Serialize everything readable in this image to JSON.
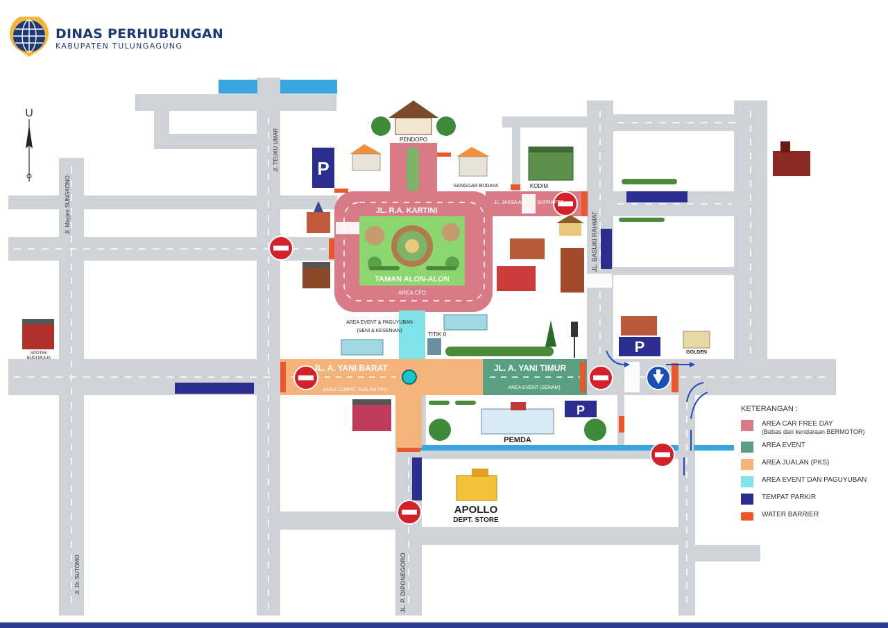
{
  "header": {
    "title": "DINAS PERHUBUNGAN",
    "subtitle": "KABUPATEN TULUNGAGUNG"
  },
  "compass": {
    "letter": "U"
  },
  "streets": {
    "mayjen": "Jl. Mayjen SUNGKONO",
    "teuku_umar": "Jl. TEUKU UMAR",
    "kartini": "JL. R.A. KARTINI",
    "jaksa_agung": "JL. JAKSA AGUNG SUPRAPTO",
    "basuki": "JL. BASUKI RAHMAT",
    "yani_barat": "JL. A. YANI BARAT",
    "yani_timur": "JL. A. YANI TIMUR",
    "diponegoro": "JL. P. DIPONEGORO",
    "sutomo": "Jl. Dr. SUTOMO"
  },
  "places": {
    "pendopo": "PENDOPO",
    "sanggar": "SANGGAR BUDAYA",
    "kodim": "KODIM",
    "taman": "TAMAN ALON-ALON",
    "area_cfd": "AREA CFD",
    "event_paguyuban": "AREA EVENT & PAGUYUBAN",
    "seni": "(SENI & KESENIAN)",
    "titik0": "TITIK 0",
    "apotek1": "APOTEK",
    "apotek2": "BUDI MULIA",
    "tempat_jualan": "AREA TEMPAT JUALAN PKS",
    "area_event_senam": "AREA EVENT (SENAM)",
    "pemda": "PEMDA",
    "apollo": "APOLLO",
    "dept_store": "DEPT. STORE",
    "golden": "GOLDEN",
    "parking": "P"
  },
  "legend": {
    "title": "KETERANGAN :",
    "items": [
      {
        "label": "AREA CAR FREE DAY",
        "sub": "(Bebas dari kendaraan BERMOTOR)",
        "color": "#d97b86"
      },
      {
        "label": "AREA EVENT",
        "sub": "",
        "color": "#5b9f83"
      },
      {
        "label": "AREA JUALAN (PKS)",
        "sub": "",
        "color": "#f3b37a"
      },
      {
        "label": "AREA EVENT DAN PAGUYUBAN",
        "sub": "",
        "color": "#7fe3e8"
      },
      {
        "label": "TEMPAT PARKIR",
        "sub": "",
        "color": "#2b2e8f"
      },
      {
        "label": "WATER BARRIER",
        "sub": "",
        "color": "#e9572b"
      }
    ]
  },
  "colors": {
    "road": "#cfd2d6",
    "cfd": "#d97b86",
    "park": "#8bd66e",
    "jualan": "#f3b37a",
    "event": "#5b9f83",
    "paguyuban": "#7fe3e8",
    "parking": "#2b2e8f",
    "water": "#3aa6e0",
    "noentry": "#d3202b",
    "barrier": "#e9572b"
  }
}
